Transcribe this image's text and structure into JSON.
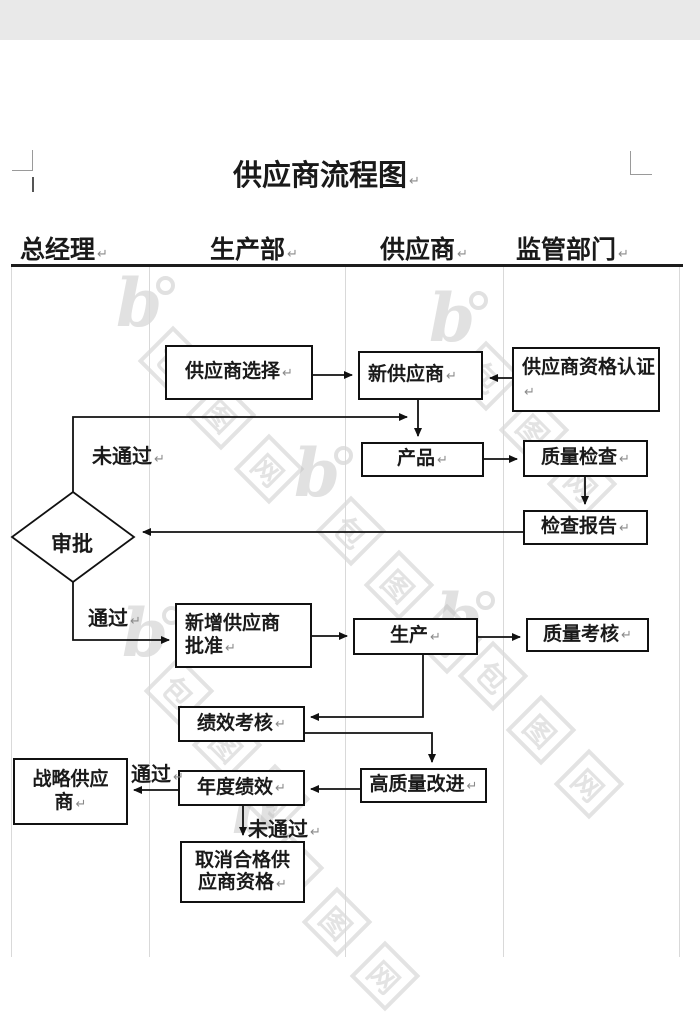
{
  "title": {
    "text": "供应商流程图"
  },
  "marks": {
    "pilcrow": "↵"
  },
  "lanes": [
    {
      "label": "总经理"
    },
    {
      "label": "生产部"
    },
    {
      "label": "供应商"
    },
    {
      "label": "监管部门"
    }
  ],
  "nodes": {
    "supplier_selection": {
      "label": "供应商选择"
    },
    "new_supplier": {
      "label": "新供应商"
    },
    "qualification": {
      "label": "供应商资格认证"
    },
    "product": {
      "label": "产品"
    },
    "quality_inspection": {
      "label": "质量检查"
    },
    "inspection_report": {
      "label": "检查报告"
    },
    "approval": {
      "label": "审批"
    },
    "new_supplier_approval": {
      "line1": "新增供应商",
      "line2": "批准"
    },
    "production": {
      "label": "生产"
    },
    "quality_assessment": {
      "label": "质量考核"
    },
    "performance_assessment": {
      "label": "绩效考核"
    },
    "high_quality_improvement": {
      "label": "高质量改进"
    },
    "annual_performance": {
      "label": "年度绩效"
    },
    "strategic_supplier": {
      "line1": "战略供应",
      "line2": "商"
    },
    "cancel_qualification": {
      "line1": "取消合格供",
      "line2": "应商资格"
    }
  },
  "edge_labels": {
    "reject_top": "未通过",
    "pass_mid": "通过",
    "pass_bottom": "通过",
    "reject_bottom": "未通过"
  },
  "watermark": {
    "brand": "b",
    "chars": [
      "包",
      "图",
      "网"
    ]
  },
  "colors": {
    "flow_line": "#111111",
    "lane_line": "#d9d9d9",
    "header_rule": "#1c1c1c",
    "watermark": "#bdbdbd"
  }
}
